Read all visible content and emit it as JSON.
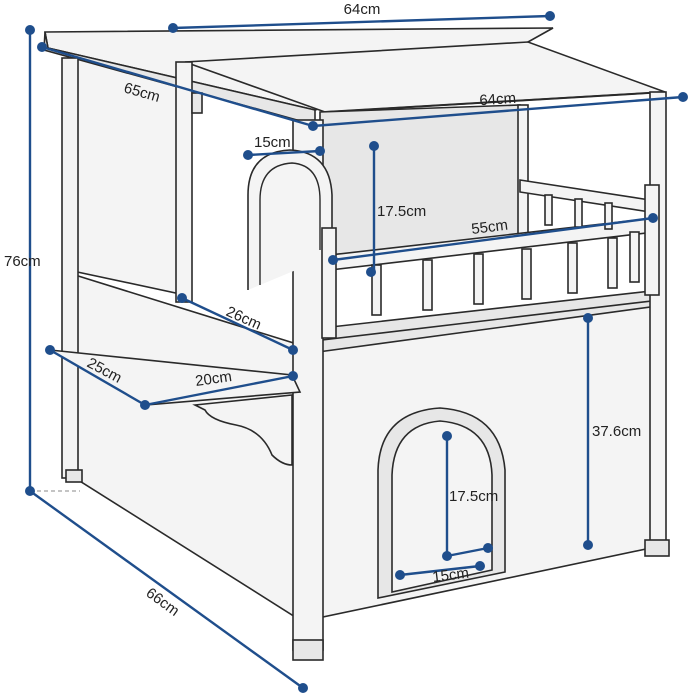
{
  "colors": {
    "dimension": "#1f4e8c",
    "outline": "#2a2a2a",
    "panel": "#f4f4f4"
  },
  "dimensions": {
    "top_width": "64cm",
    "roof_depth": "65cm",
    "front_width": "64cm",
    "height": "76cm",
    "window_width": "15cm",
    "window_height": "17.5cm",
    "railing_width": "55cm",
    "platform_depth": "26cm",
    "shelf_depth": "25cm",
    "shelf_width": "20cm",
    "lower_height": "37.6cm",
    "door_height": "17.5cm",
    "door_width": "15cm",
    "base_depth": "66cm"
  }
}
